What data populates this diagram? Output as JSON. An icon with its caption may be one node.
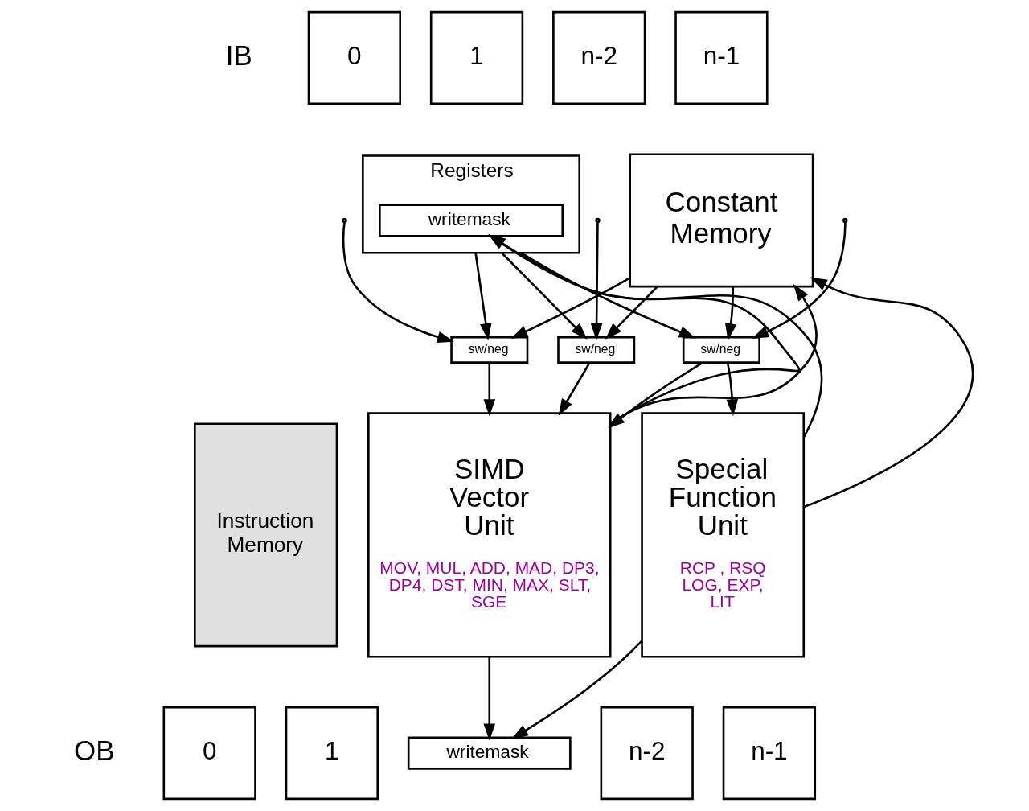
{
  "diagram": {
    "nodes": [
      {
        "text": [
          "0"
        ]
      },
      {
        "text": [
          "1"
        ]
      },
      {
        "text": [
          "n-2"
        ]
      },
      {
        "text": [
          "n-1"
        ]
      },
      {
        "text": [
          "Registers"
        ]
      },
      {
        "text": [
          "writemask"
        ],
        "in": 4
      },
      {
        "text": [
          "Constant Memory"
        ]
      },
      {
        "text": [
          "sw/neg"
        ]
      },
      {
        "text": [
          "sw/neg"
        ]
      },
      {
        "text": [
          "sw/neg"
        ]
      },
      {
        "text": [
          "SIMD Vector Unit",
          "MOV, MUL, ADD, MAD, DP3, DP4, DST, MIN, MAX, SLT, SGE"
        ]
      },
      {
        "text": [
          "Special Function Unit",
          "RCP , RSQ LOG, EXP, LIT"
        ]
      },
      {
        "text": [
          "Instruction Memory"
        ]
      },
      {
        "text": [
          "0"
        ]
      },
      {
        "text": [
          "1"
        ]
      },
      {
        "text": [
          "writemask"
        ]
      },
      {
        "text": [
          "n-2"
        ]
      },
      {
        "text": [
          "n-1"
        ]
      }
    ],
    "edges": [
      {
        "from": null,
        "to": 7,
        "arrow": "to"
      },
      {
        "from": null,
        "to": 8,
        "arrow": "to"
      },
      {
        "from": null,
        "to": 9,
        "arrow": "to"
      },
      {
        "from": 4,
        "to": 7,
        "arrow": "to"
      },
      {
        "from": 4,
        "to": 8,
        "arrow": "to"
      },
      {
        "from": 4,
        "to": 9,
        "arrow": "to"
      },
      {
        "from": 6,
        "to": 7,
        "arrow": "to"
      },
      {
        "from": 6,
        "to": 8,
        "arrow": "to"
      },
      {
        "from": 6,
        "to": 9,
        "arrow": "to"
      },
      {
        "from": 7,
        "to": 10,
        "arrow": "to"
      },
      {
        "from": 8,
        "to": 10,
        "arrow": "to"
      },
      {
        "from": 9,
        "to": 10,
        "arrow": "to"
      },
      {
        "from": 9,
        "to": 11,
        "arrow": "to"
      },
      {
        "from": 10,
        "to": 5,
        "arrow": "to"
      },
      {
        "from": 10,
        "to": 6,
        "arrow": "to"
      },
      {
        "from": 10,
        "to": 15,
        "arrow": "to"
      },
      {
        "from": 11,
        "to": 5,
        "arrow": "to"
      },
      {
        "from": 11,
        "to": 6,
        "arrow": "to"
      },
      {
        "from": 11,
        "to": 15,
        "arrow": "to"
      }
    ],
    "labels": [
      "IB",
      "OB"
    ]
  }
}
